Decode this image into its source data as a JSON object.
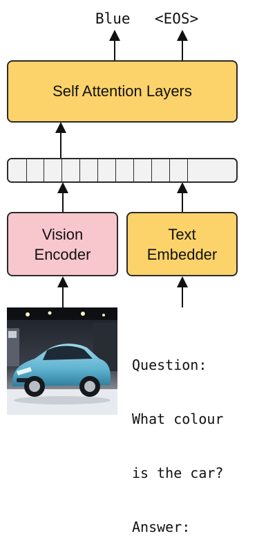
{
  "outputs": {
    "token1": "Blue",
    "token2": "<EOS>"
  },
  "blocks": {
    "attention": "Self Attention Layers",
    "vision_line1": "Vision",
    "vision_line2": "Encoder",
    "text_line1": "Text",
    "text_line2": "Embedder"
  },
  "prompt": {
    "line1": "Question:",
    "line2": "What colour",
    "line3": "is the car?",
    "line4": "Answer:"
  },
  "image": {
    "subject": "car-photo"
  },
  "colors": {
    "orange": "#fcd36a",
    "pink": "#f8c7cd",
    "token_bar": "#f2f2f2"
  }
}
